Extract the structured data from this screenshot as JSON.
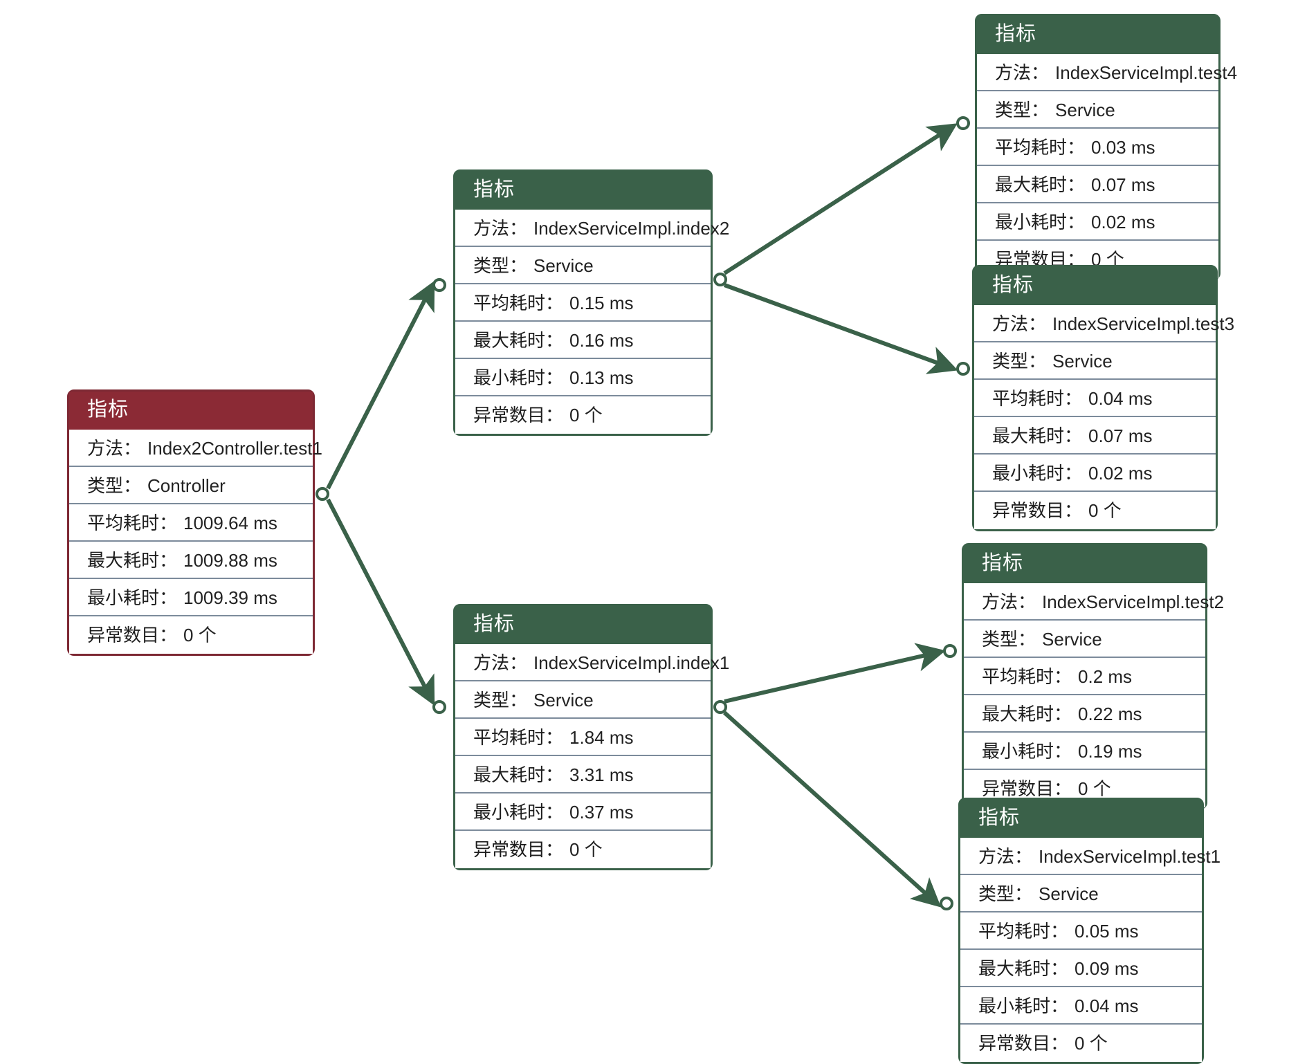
{
  "diagram": {
    "title_label": "指标",
    "field_labels": {
      "method": "方法：",
      "type": "类型：",
      "avg": "平均耗时：",
      "max": "最大耗时：",
      "min": "最小耗时：",
      "exceptions": "异常数目："
    },
    "colors": {
      "controller_header": "#8b2a35",
      "controller_border": "#7d2833",
      "service_header": "#3a6149",
      "service_border": "#3a6149",
      "edge": "#3a6149",
      "row_divider": "#7c8b9b",
      "background": "#ffffff"
    },
    "nodes": [
      {
        "id": "controller",
        "title": "指标",
        "method": "Index2Controller.test1",
        "type": "Controller",
        "avg": "1009.64 ms",
        "max": "1009.88 ms",
        "min": "1009.39 ms",
        "exceptions": "0 个"
      },
      {
        "id": "index2",
        "title": "指标",
        "method": "IndexServiceImpl.index2",
        "type": "Service",
        "avg": "0.15 ms",
        "max": "0.16 ms",
        "min": "0.13 ms",
        "exceptions": "0 个"
      },
      {
        "id": "index1",
        "title": "指标",
        "method": "IndexServiceImpl.index1",
        "type": "Service",
        "avg": "1.84 ms",
        "max": "3.31 ms",
        "min": "0.37 ms",
        "exceptions": "0 个"
      },
      {
        "id": "test4",
        "title": "指标",
        "method": "IndexServiceImpl.test4",
        "type": "Service",
        "avg": "0.03 ms",
        "max": "0.07 ms",
        "min": "0.02 ms",
        "exceptions": "0 个"
      },
      {
        "id": "test3",
        "title": "指标",
        "method": "IndexServiceImpl.test3",
        "type": "Service",
        "avg": "0.04 ms",
        "max": "0.07 ms",
        "min": "0.02 ms",
        "exceptions": "0 个"
      },
      {
        "id": "test2",
        "title": "指标",
        "method": "IndexServiceImpl.test2",
        "type": "Service",
        "avg": "0.2 ms",
        "max": "0.22 ms",
        "min": "0.19 ms",
        "exceptions": "0 个"
      },
      {
        "id": "test1",
        "title": "指标",
        "method": "IndexServiceImpl.test1",
        "type": "Service",
        "avg": "0.05 ms",
        "max": "0.09 ms",
        "min": "0.04 ms",
        "exceptions": "0 个"
      }
    ],
    "edges": [
      {
        "from": "controller",
        "to": "index2"
      },
      {
        "from": "controller",
        "to": "index1"
      },
      {
        "from": "index2",
        "to": "test4"
      },
      {
        "from": "index2",
        "to": "test3"
      },
      {
        "from": "index1",
        "to": "test2"
      },
      {
        "from": "index1",
        "to": "test1"
      }
    ]
  }
}
